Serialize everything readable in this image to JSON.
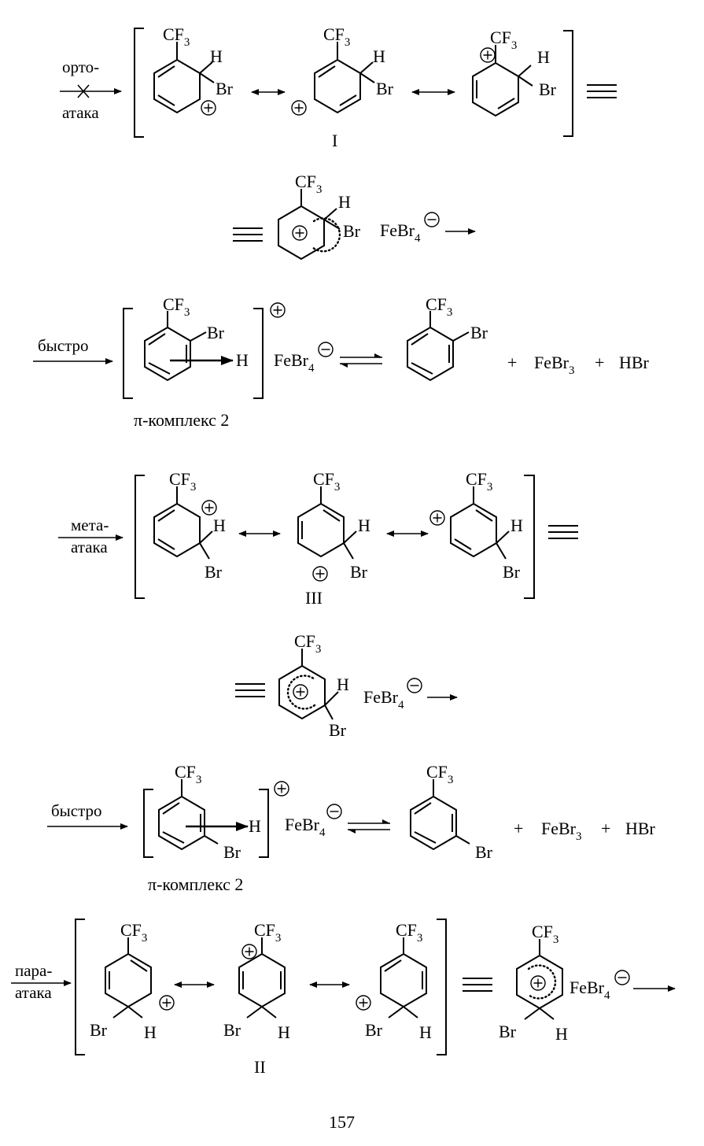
{
  "labels": {
    "ortho_attack": [
      "орто-",
      "атака"
    ],
    "meta_attack": [
      "мета-",
      "атака"
    ],
    "para_attack": [
      "пара-",
      "атака"
    ],
    "fast": "быстро",
    "pi_complex": "π-комплекс 2"
  },
  "groups": {
    "cf3": "CF",
    "cf3_sub": "3",
    "br": "Br",
    "h": "H",
    "febr4": "FeBr",
    "febr4_sub": "4",
    "febr3": "FeBr",
    "febr3_sub": "3",
    "hbr": "HBr",
    "plus": "+"
  },
  "structure_numbers": {
    "ortho": "I",
    "meta": "III",
    "para": "II"
  },
  "page_number": "157"
}
